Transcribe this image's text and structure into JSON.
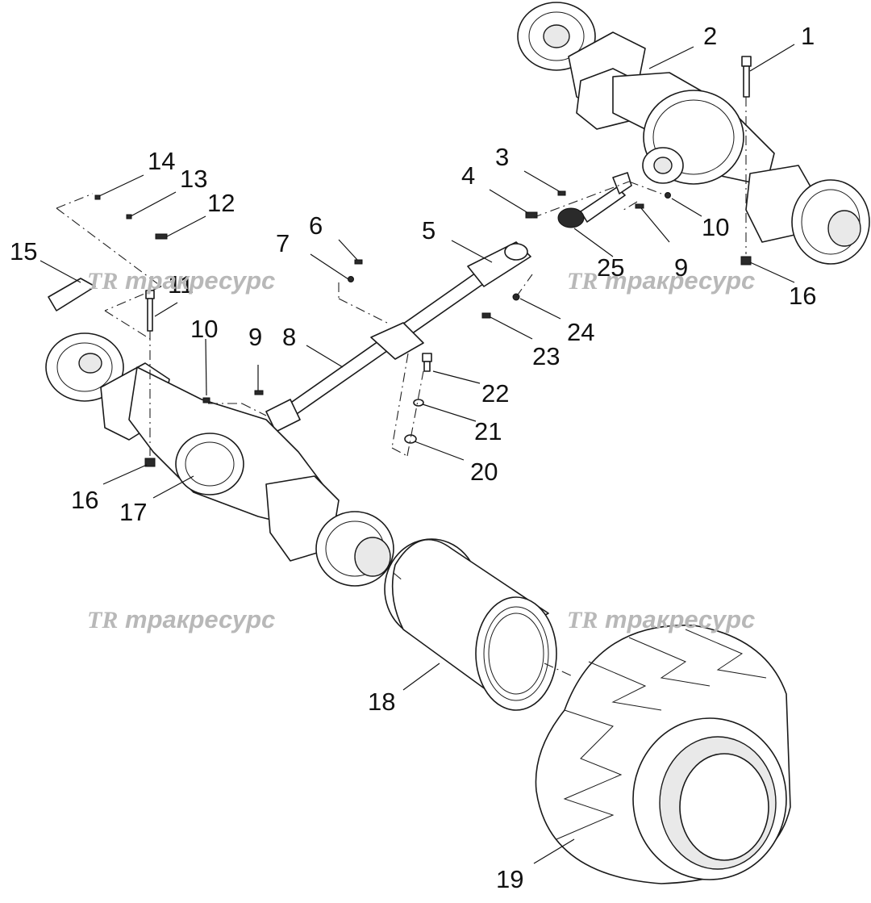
{
  "watermark": {
    "logo": "TR",
    "text": "тракресурс"
  },
  "callouts": [
    "1",
    "2",
    "3",
    "4",
    "5",
    "6",
    "7",
    "8",
    "9",
    "10",
    "11",
    "12",
    "13",
    "14",
    "15",
    "16",
    "17",
    "18",
    "19",
    "20",
    "21",
    "22",
    "23",
    "24",
    "25"
  ],
  "extra_callouts": {
    "9b": "9",
    "10b": "10",
    "16b": "16"
  }
}
